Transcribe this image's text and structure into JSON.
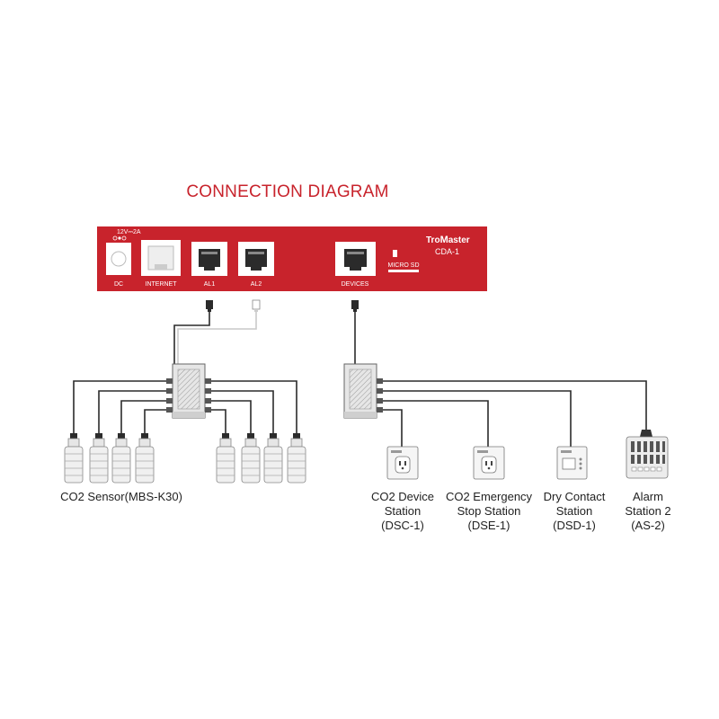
{
  "title": "CONNECTION DIAGRAM",
  "controller": {
    "brand_prefix": "Tro",
    "brand_suffix": "aster",
    "model": "CDA-1",
    "power_rating": "12V⎓2A",
    "ports": {
      "dc": "DC",
      "internet": "INTERNET",
      "al1": "AL1",
      "al2": "AL2",
      "micro_sd": "MICRO SD",
      "devices": "DEVICES"
    }
  },
  "labels": {
    "co2_sensor": "CO2 Sensor(MBS-K30)",
    "dsc": [
      "CO2 Device",
      "Station",
      "(DSC-1)"
    ],
    "dse": [
      "CO2 Emergency",
      "Stop Station",
      "(DSE-1)"
    ],
    "dsd": [
      "Dry Contact",
      "Station",
      "(DSD-1)"
    ],
    "as2": [
      "Alarm",
      "Station 2",
      "(AS-2)"
    ]
  },
  "colors": {
    "brand_red": "#c8232c",
    "port_face": "#ffffff",
    "cable": "#2b2b2b",
    "hub": "#e3e3e3"
  },
  "icons": {
    "rj_port": "rj-port-icon",
    "sd_card": "micro-sd-icon",
    "splitter": "splitter-hub-icon",
    "sensor": "co2-sensor-icon",
    "station": "device-station-icon"
  }
}
